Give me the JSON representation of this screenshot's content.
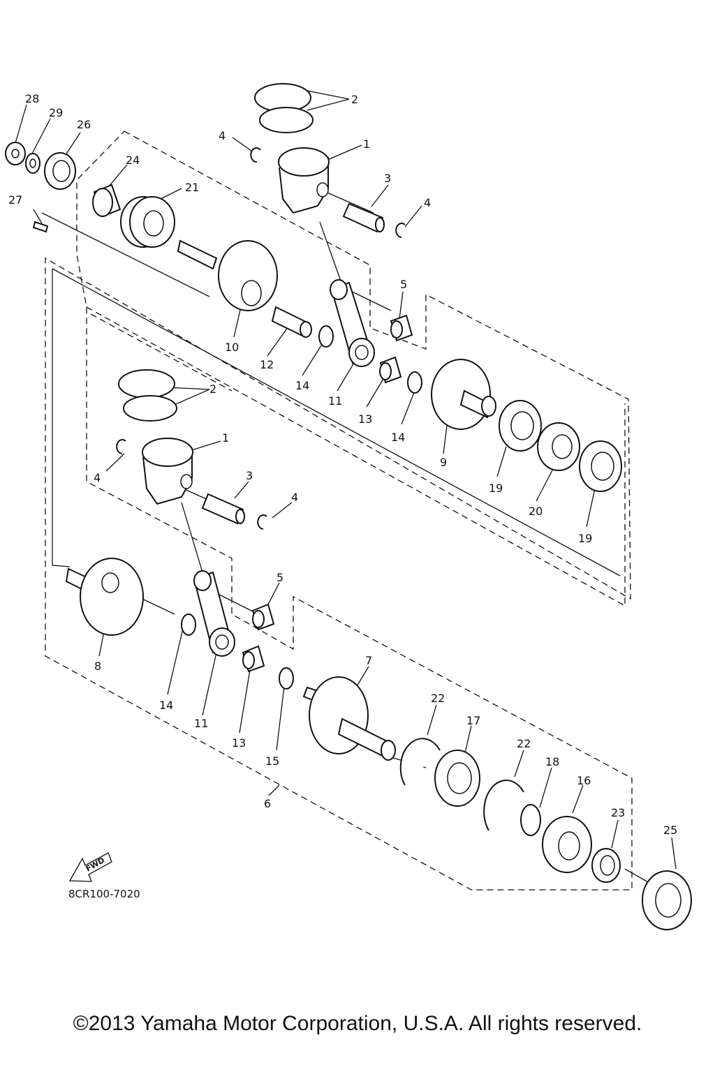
{
  "callouts": [
    "28",
    "29",
    "26",
    "24",
    "21",
    "27",
    "2",
    "4",
    "1",
    "3",
    "4",
    "10",
    "12",
    "5",
    "14",
    "11",
    "13",
    "14",
    "9",
    "19",
    "20",
    "19",
    "2",
    "1",
    "4",
    "3",
    "4",
    "8",
    "5",
    "14",
    "11",
    "13",
    "15",
    "7",
    "22",
    "17",
    "22",
    "18",
    "16",
    "23",
    "25",
    "6"
  ],
  "fwd_label": "FWD",
  "drawing_code": "8CR100-7020",
  "copyright": "©2013 Yamaha Motor Corporation, U.S.A. All rights reserved."
}
